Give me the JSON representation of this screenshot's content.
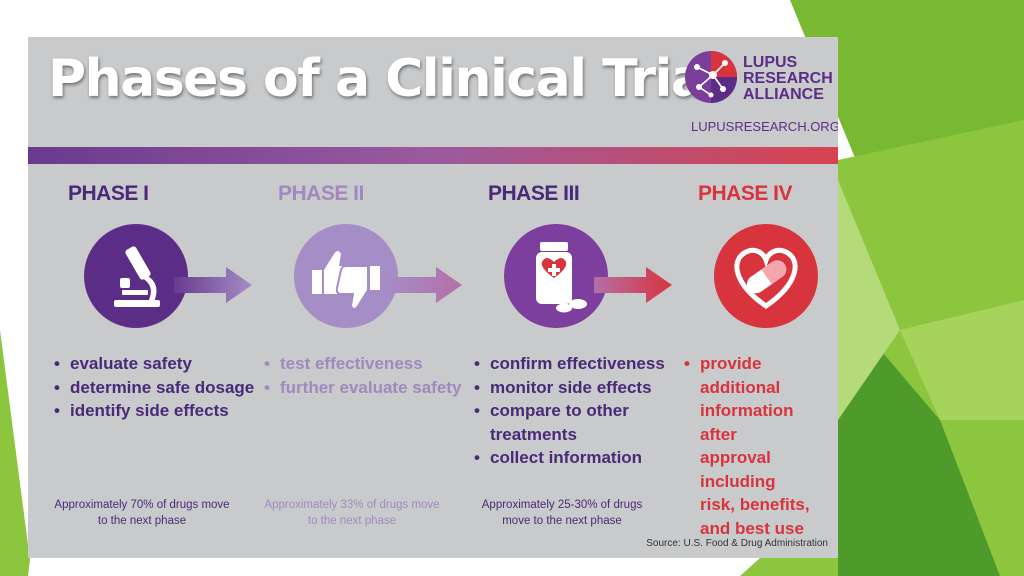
{
  "slide": {
    "accent_green": "#8cc63f",
    "dark_green": "#4e9a2a"
  },
  "infographic": {
    "title": "Phases of a Clinical Trial",
    "logo": {
      "line1": "LUPUS",
      "line2": "RESEARCH",
      "line3": "ALLIANCE",
      "url": "LUPUSRESEARCH.ORG",
      "icon": "network-globe-icon"
    },
    "phases": [
      {
        "title": "PHASE I",
        "icon": "microscope-icon",
        "color": "#5b2d86",
        "bullets": [
          "evaluate safety",
          "determine safe dosage",
          "identify side effects"
        ],
        "footnote": "Approximately 70% of drugs move to the next phase"
      },
      {
        "title": "PHASE II",
        "icon": "thumbs-up-down-icon",
        "color": "#a58dc6",
        "bullets": [
          "test effectiveness",
          "further evaluate safety"
        ],
        "footnote": "Approximately 33% of drugs move to the next phase"
      },
      {
        "title": "PHASE III",
        "icon": "pill-bottle-icon",
        "color": "#7d3f9e",
        "bullets": [
          "confirm effectiveness",
          "monitor side effects",
          "compare to other treatments",
          "collect information"
        ],
        "footnote": "Approximately 25-30% of drugs move to the next phase"
      },
      {
        "title": "PHASE IV",
        "icon": "heart-capsule-icon",
        "color": "#d8343d",
        "bullets": [
          "provide additional information after approval including risk, benefits, and best use"
        ],
        "footnote": ""
      }
    ],
    "source": "Source: U.S. Food & Drug Administration"
  }
}
